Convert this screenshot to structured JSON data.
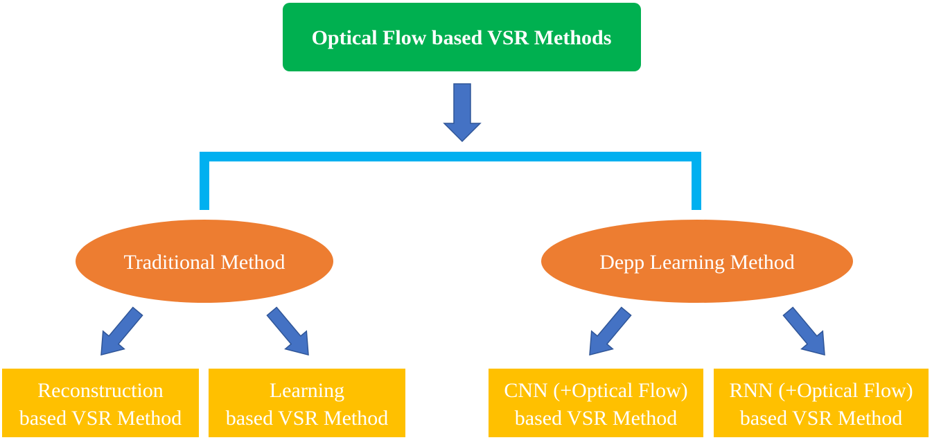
{
  "root": {
    "label": "Optical Flow based VSR Methods"
  },
  "categories": [
    {
      "label": "Traditional Method"
    },
    {
      "label": "Depp Learning Method"
    }
  ],
  "leaves": [
    {
      "line1": "Reconstruction",
      "line2": "based VSR Method"
    },
    {
      "line1": "Learning",
      "line2": "based VSR Method"
    },
    {
      "line1": "CNN (+Optical Flow)",
      "line2": "based VSR Method"
    },
    {
      "line1": "RNN (+Optical Flow)",
      "line2": "based VSR Method"
    }
  ],
  "colors": {
    "root_fill": "#00b050",
    "category_fill": "#ed7d31",
    "leaf_fill": "#ffc000",
    "arrow_fill": "#4472c4",
    "arrow_stroke": "#2f5597",
    "bracket": "#00b0f0",
    "text": "#ffffff"
  }
}
